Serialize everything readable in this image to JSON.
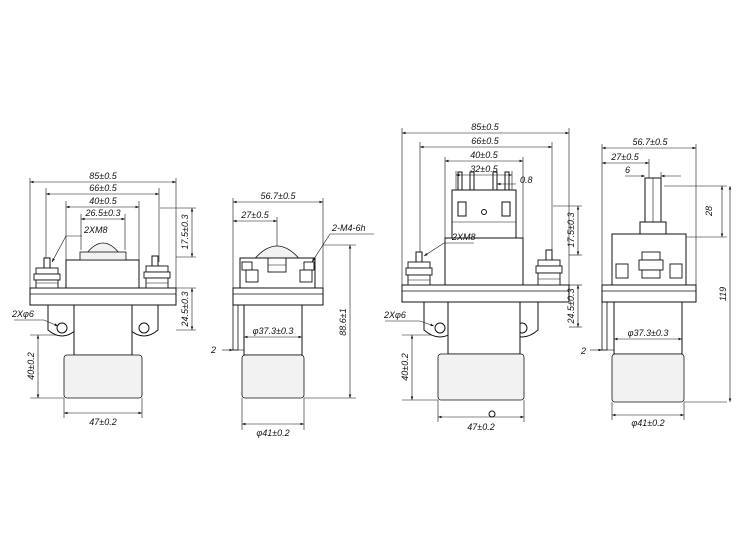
{
  "views": {
    "v1": {
      "dims": {
        "width": "85±0.5",
        "mount_span": "66±0.5",
        "inner_span": "40±0.5",
        "dome": "26.5±0.3",
        "studs": "2XM8",
        "holes": "2Xφ6",
        "top_height": "17.5±0.3",
        "base_height": "24.5±0.3",
        "coil_height": "40±0.2",
        "coil_width": "47±0.2"
      }
    },
    "v2": {
      "dims": {
        "width": "56.7±0.5",
        "offset": "27±0.5",
        "screws": "2-M4-6h",
        "inner_dia": "φ37.3±0.3",
        "outer_dia": "φ41±0.2",
        "total_height": "88.6±1",
        "plate": "2"
      }
    },
    "v3": {
      "dims": {
        "width": "85±0.5",
        "mount_span": "66±0.5",
        "inner_span": "40±0.5",
        "aux_span": "32±0.5",
        "pin": "0.8",
        "studs": "2XM8",
        "holes": "2Xφ6",
        "top_height": "17.5±0.3",
        "base_height": "24.5±0.3",
        "coil_height": "40±0.2",
        "coil_width": "47±0.2"
      }
    },
    "v4": {
      "dims": {
        "width": "56.7±0.5",
        "offset": "27±0.5",
        "pin_width": "6",
        "pin_height": "28",
        "total_height": "119",
        "inner_dia": "φ37.3±0.3",
        "outer_dia": "φ41±0.2",
        "plate": "2"
      }
    }
  }
}
